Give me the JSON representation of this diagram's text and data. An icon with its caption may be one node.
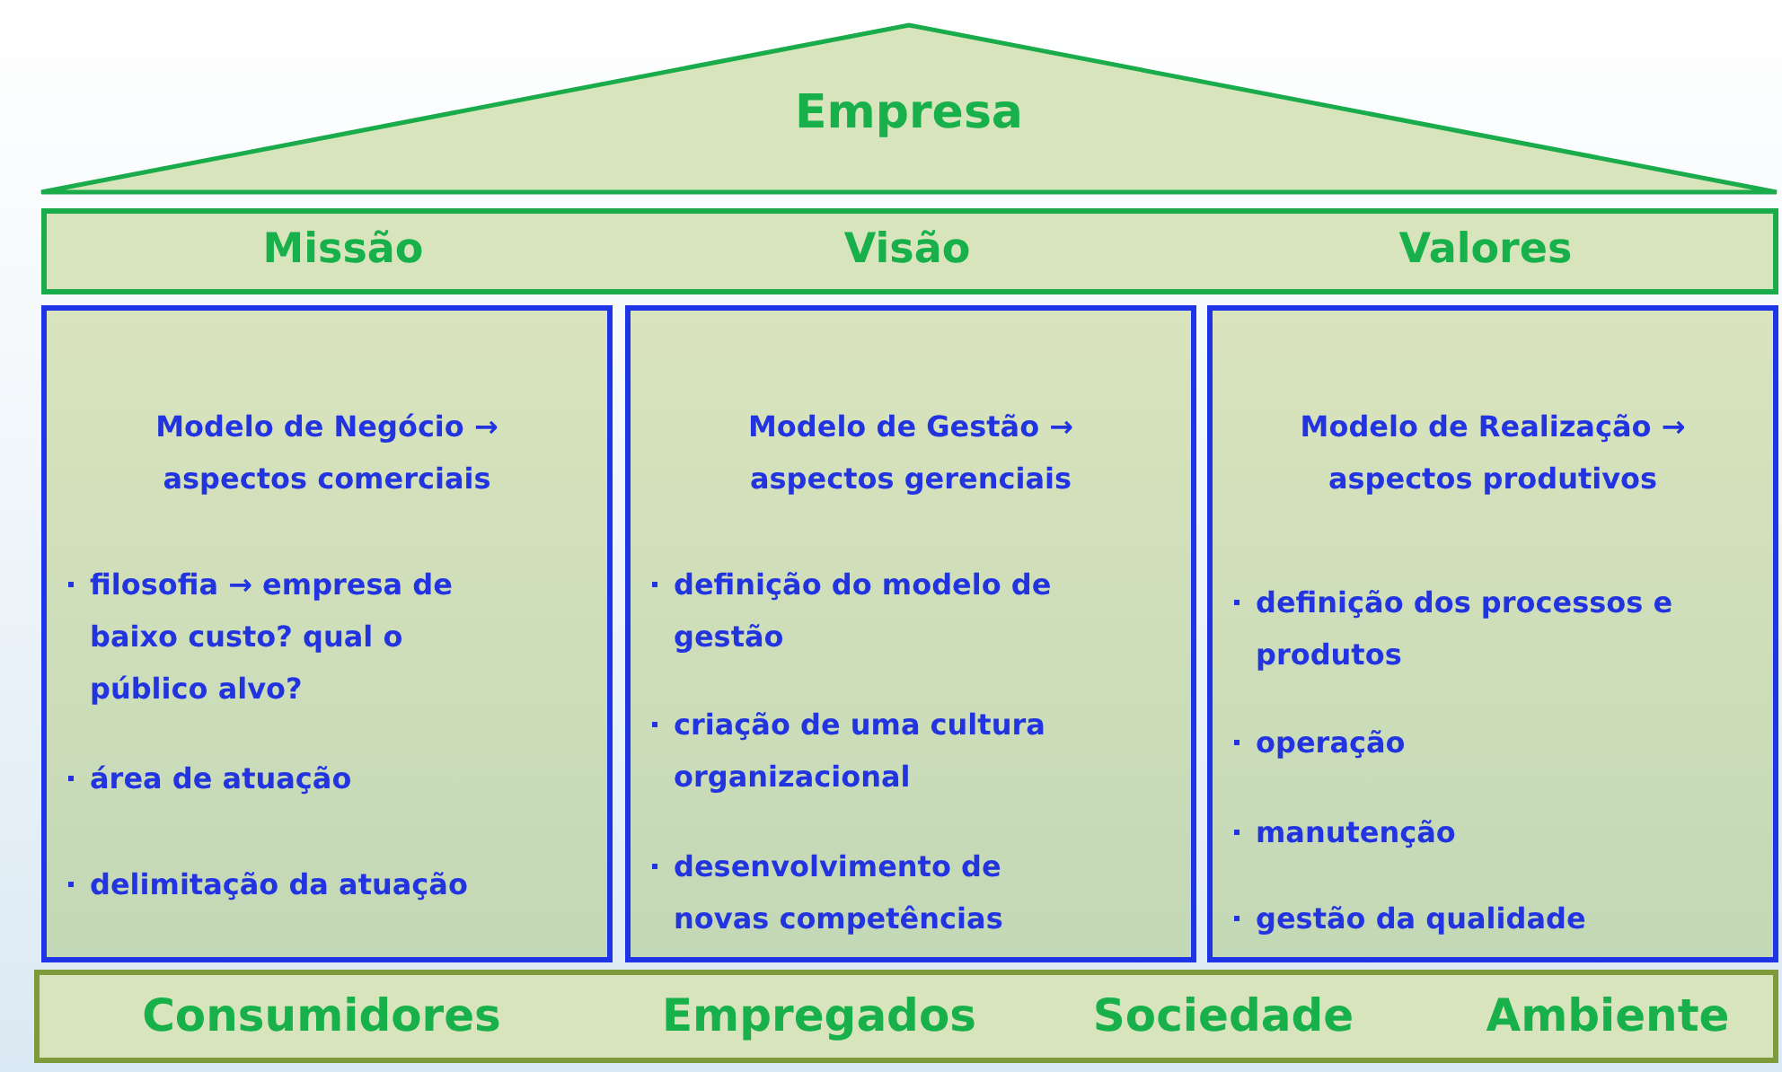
{
  "diagram": {
    "nodes": [
      {
        "text": [
          "Empresa"
        ]
      },
      {
        "text": [
          "Missão",
          "Visão",
          "Valores"
        ]
      },
      {
        "text": [
          "Modelo de Negócio → aspectos comerciais",
          "filosofia → empresa de baixo custo? qual o público alvo?",
          "área de atuação",
          "delimitação da atuação"
        ]
      },
      {
        "text": [
          "Modelo de Gestão → aspectos gerenciais",
          "definição do modelo de gestão",
          "criação de uma cultura organizacional",
          "desenvolvimento de novas competências"
        ]
      },
      {
        "text": [
          "Modelo de Realização → aspectos produtivos",
          "definição dos processos e produtos",
          "operação",
          "manutenção",
          "gestão da qualidade"
        ]
      },
      {
        "text": [
          "Consumidores",
          "Empregados",
          "Sociedade",
          "Ambiente"
        ]
      }
    ],
    "edges": []
  }
}
